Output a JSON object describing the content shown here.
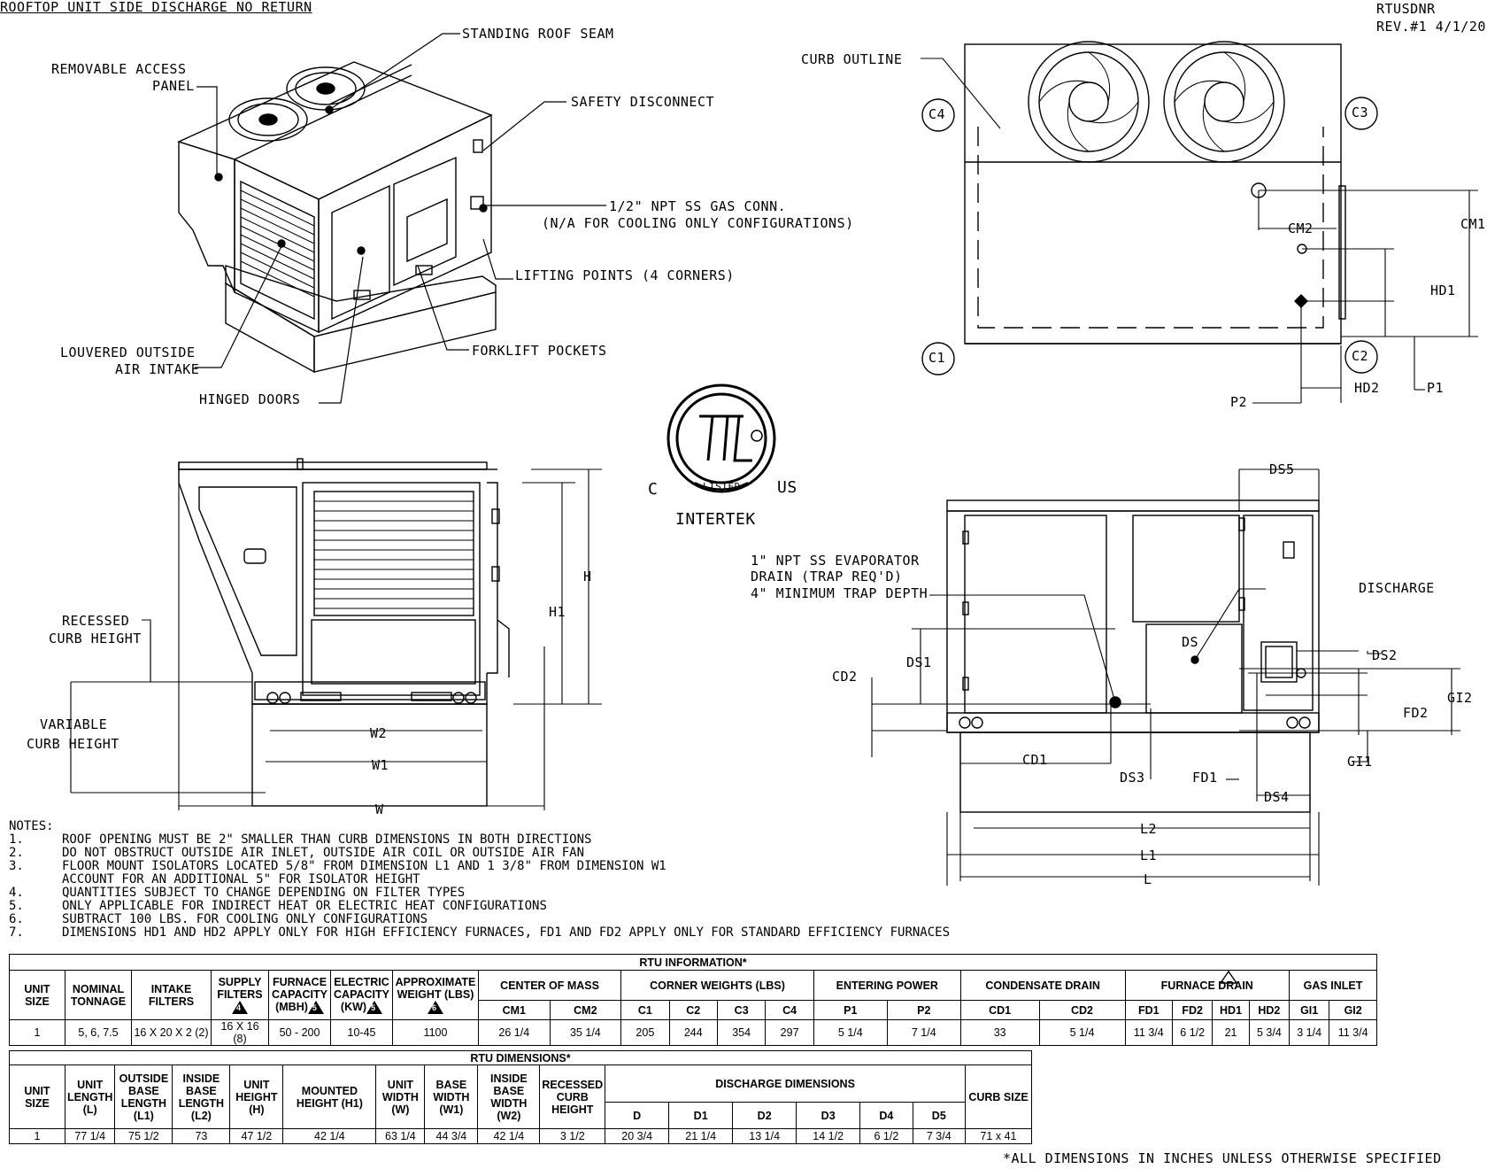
{
  "title": "ROOFTOP UNIT SIDE DISCHARGE NO RETURN",
  "doc_id": "RTUSDNR",
  "rev": "REV.#1 4/1/20",
  "callouts": {
    "standing_roof_seam": "STANDING ROOF SEAM",
    "removable_access_panel_1": "REMOVABLE ACCESS",
    "removable_access_panel_2": "PANEL",
    "safety_disconnect": "SAFETY DISCONNECT",
    "gas_conn_1": "1/2\" NPT SS GAS CONN.",
    "gas_conn_2": "(N/A FOR COOLING ONLY CONFIGURATIONS)",
    "lifting_points": "LIFTING POINTS (4 CORNERS)",
    "louvered_1": "LOUVERED OUTSIDE",
    "louvered_2": "AIR INTAKE",
    "forklift": "FORKLIFT POCKETS",
    "hinged_doors": "HINGED DOORS",
    "curb_outline": "CURB OUTLINE",
    "recessed_1": "RECESSED",
    "recessed_2": "CURB HEIGHT",
    "variable_1": "VARIABLE",
    "variable_2": "CURB HEIGHT",
    "evap_1": "1\" NPT SS EVAPORATOR",
    "evap_2": "DRAIN (TRAP REQ'D)",
    "evap_3": "4\" MINIMUM TRAP DEPTH",
    "discharge": "DISCHARGE"
  },
  "dims": {
    "c1": "C1",
    "c2": "C2",
    "c3": "C3",
    "c4": "C4",
    "cm1": "CM1",
    "cm2": "CM2",
    "hd1": "HD1",
    "hd2": "HD2",
    "p1": "P1",
    "p2": "P2",
    "h": "H",
    "h1": "H1",
    "w": "W",
    "w1": "W1",
    "w2": "W2",
    "ds": "DS",
    "ds1": "DS1",
    "ds2": "DS2",
    "ds3": "DS3",
    "ds4": "DS4",
    "ds5": "DS5",
    "cd1": "CD1",
    "cd2": "CD2",
    "fd1": "FD1",
    "fd2": "FD2",
    "gi1": "GI1",
    "gi2": "GI2",
    "l": "L",
    "l1": "L1",
    "l2": "L2"
  },
  "etl": {
    "c": "C",
    "us": "US",
    "intertek": "INTERTEK",
    "listed": "LISTED"
  },
  "notes": {
    "heading": "NOTES:",
    "items": [
      {
        "num": "1.",
        "text": "ROOF OPENING MUST BE 2\" SMALLER THAN CURB DIMENSIONS IN BOTH DIRECTIONS"
      },
      {
        "num": "2.",
        "text": "DO NOT OBSTRUCT OUTSIDE AIR INLET, OUTSIDE AIR COIL OR OUTSIDE AIR FAN"
      },
      {
        "num": "3.",
        "text": "FLOOR MOUNT ISOLATORS LOCATED 5/8\" FROM DIMENSION L1 AND 1 3/8\" FROM DIMENSION W1"
      },
      {
        "num": "",
        "text": "ACCOUNT FOR AN ADDITIONAL 5\" FOR ISOLATOR HEIGHT"
      },
      {
        "num": "4.",
        "text": "QUANTITIES SUBJECT TO CHANGE DEPENDING ON FILTER TYPES"
      },
      {
        "num": "5.",
        "text": "ONLY APPLICABLE FOR INDIRECT HEAT OR ELECTRIC HEAT CONFIGURATIONS"
      },
      {
        "num": "6.",
        "text": "SUBTRACT 100 LBS. FOR COOLING ONLY CONFIGURATIONS"
      },
      {
        "num": "7.",
        "text": "DIMENSIONS HD1 AND HD2 APPLY ONLY FOR HIGH EFFICIENCY FURNACES, FD1 AND FD2 APPLY ONLY FOR STANDARD EFFICIENCY FURNACES"
      }
    ]
  },
  "info_table": {
    "title": "RTU INFORMATION*",
    "h": {
      "unit_size": "UNIT SIZE",
      "nominal": "NOMINAL TONNAGE",
      "intake": "INTAKE FILTERS",
      "supply": "SUPPLY FILTERS",
      "furnace": "FURNACE CAPACITY (MBH)",
      "electric": "ELECTRIC CAPACITY (KW)",
      "approx": "APPROXIMATE WEIGHT (LBS)",
      "com": "CENTER OF MASS",
      "corner": "CORNER WEIGHTS (LBS)",
      "power": "ENTERING POWER",
      "cond": "CONDENSATE DRAIN",
      "fdrain": "FURNACE DRAIN",
      "gas": "GAS INLET"
    },
    "sub": [
      "CM1",
      "CM2",
      "C1",
      "C2",
      "C3",
      "C4",
      "P1",
      "P2",
      "CD1",
      "CD2",
      "FD1",
      "FD2",
      "HD1",
      "HD2",
      "GI1",
      "GI2"
    ],
    "row": [
      "1",
      "5, 6, 7.5",
      "16 X 20 X 2 (2)",
      "16 X 16 (8)",
      "50 - 200",
      "10-45",
      "1100",
      "26 1/4",
      "35 1/4",
      "205",
      "244",
      "354",
      "297",
      "5 1/4",
      "7 1/4",
      "33",
      "5 1/4",
      "11 3/4",
      "6 1/2",
      "21",
      "5 3/4",
      "3 1/4",
      "11 3/4"
    ],
    "note_marks": {
      "supply": "4",
      "furnace": "5",
      "electric": "5",
      "approx": "6",
      "fdrain": "7"
    }
  },
  "dim_table": {
    "title": "RTU DIMENSIONS*",
    "h": {
      "unit_size": "UNIT SIZE",
      "length": "UNIT LENGTH (L)",
      "obl": "OUTSIDE BASE LENGTH (L1)",
      "ibl": "INSIDE BASE LENGTH (L2)",
      "height": "UNIT HEIGHT (H)",
      "mounted": "MOUNTED HEIGHT (H1)",
      "width": "UNIT WIDTH (W)",
      "bw": "BASE WIDTH (W1)",
      "ibw": "INSIDE BASE WIDTH (W2)",
      "rch": "RECESSED CURB HEIGHT",
      "discharge": "DISCHARGE DIMENSIONS",
      "curb": "CURB SIZE"
    },
    "sub": [
      "D",
      "D1",
      "D2",
      "D3",
      "D4",
      "D5"
    ],
    "row": [
      "1",
      "77 1/4",
      "75 1/2",
      "73",
      "47 1/2",
      "42 1/4",
      "63 1/4",
      "44 3/4",
      "42 1/4",
      "3 1/2",
      "20 3/4",
      "21 1/4",
      "13 1/4",
      "14 1/2",
      "6 1/2",
      "7 3/4",
      "71 x 41"
    ]
  },
  "footer": "*ALL DIMENSIONS IN INCHES UNLESS OTHERWISE SPECIFIED"
}
